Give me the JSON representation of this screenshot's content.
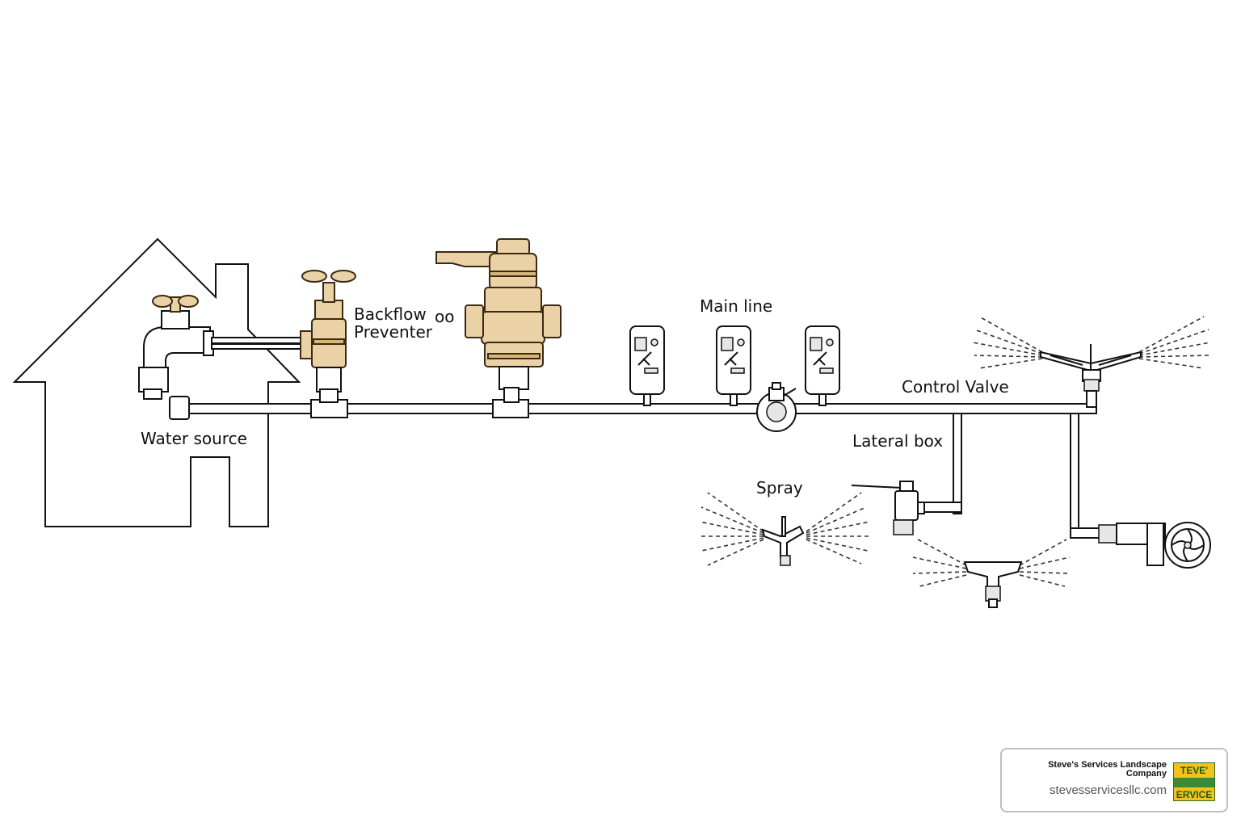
{
  "labels": {
    "water_source": "Water source",
    "backflow_line1": "Backflow",
    "backflow_line2": "Preventer",
    "backflow_mark": "oo",
    "main_line": "Main line",
    "control_valve": "Control Valve",
    "lateral_box": "Lateral box",
    "spray": "Spray"
  },
  "brand": {
    "company": "Steve's Services Landscape Company",
    "url": "stevesservicesllc.com",
    "logo_text_top": "TEVE'",
    "logo_text_bottom": "ERVICE"
  },
  "colors": {
    "brass": "#ead2a6",
    "brass_dark": "#d7b57a",
    "line": "#111111",
    "logo_yellow": "#f4c21a",
    "logo_green": "#3c8a35"
  }
}
